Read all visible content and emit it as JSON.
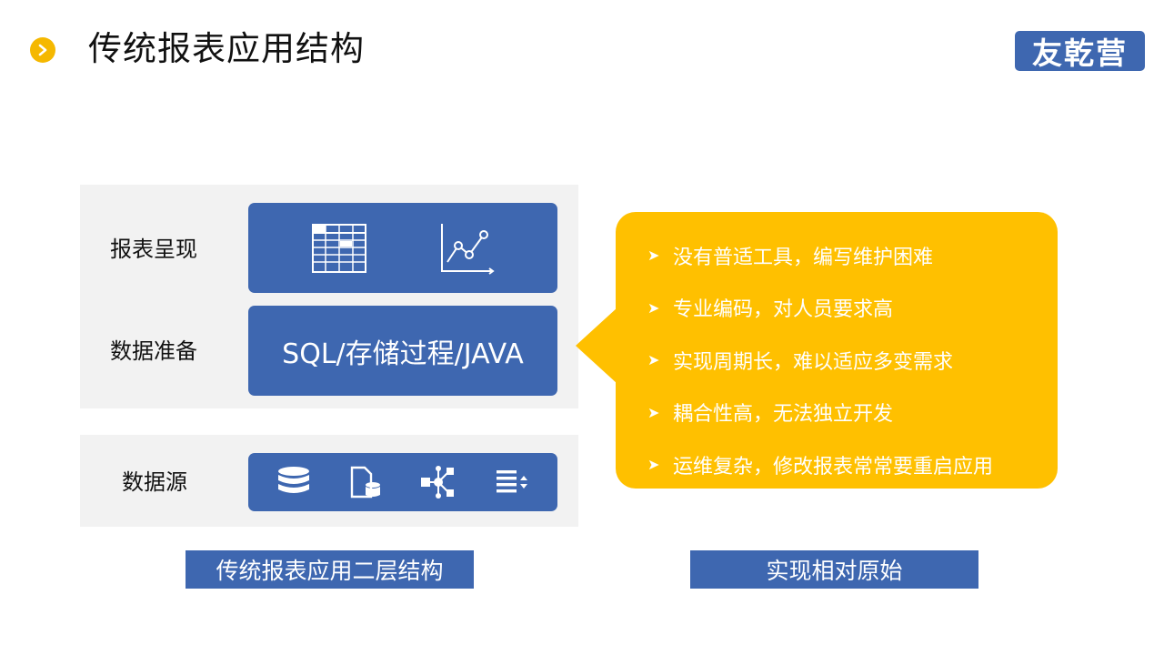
{
  "header": {
    "title": "传统报表应用结构",
    "logo_text": "友乾营"
  },
  "diagram": {
    "rows": {
      "presentation": "报表呈现",
      "data_prep": "数据准备",
      "data_source": "数据源"
    },
    "data_prep_content": "SQL/存储过程/JAVA",
    "presentation_icons": [
      "table-icon",
      "line-chart-icon"
    ],
    "source_icons": [
      "database-icon",
      "file-database-icon",
      "network-icon",
      "list-sort-icon"
    ],
    "caption": "传统报表应用二层结构"
  },
  "callout": {
    "items": [
      "没有普适工具，编写维护困难",
      "专业编码，对人员要求高",
      "实现周期长，难以适应多变需求",
      "耦合性高，无法独立开发",
      "运维复杂，修改报表常常要重启应用"
    ],
    "caption": "实现相对原始"
  },
  "colors": {
    "primary_blue": "#3e67b0",
    "accent_yellow": "#ffc000",
    "bullet_yellow": "#f5b800",
    "panel_gray": "#f2f2f2"
  }
}
